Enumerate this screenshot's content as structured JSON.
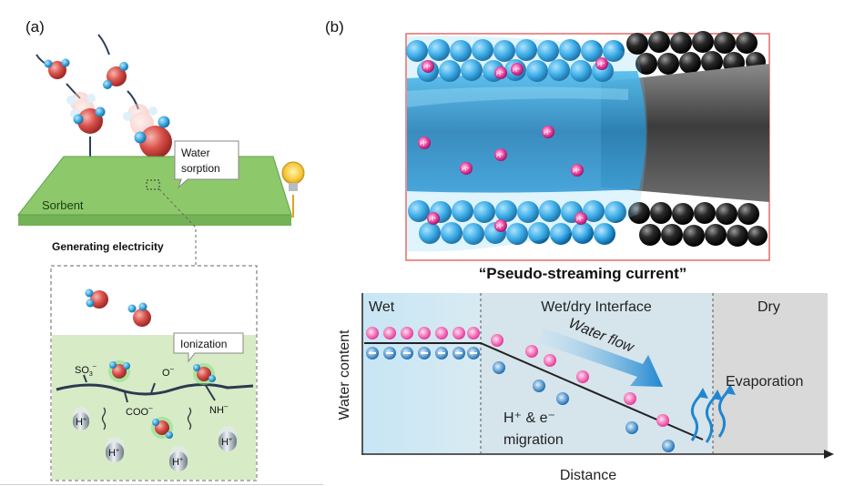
{
  "panel_a": {
    "label": "(a)",
    "callout_sorption": [
      "Water",
      "sorption"
    ],
    "sorbent_label": "Sorbent",
    "section_title": "Generating electricity",
    "callout_ionization": "Ionization",
    "chem": {
      "so3": "SO",
      "so3_sub": "3",
      "so3_sup": "–",
      "o_minus": "O",
      "o_sup": "–",
      "coo": "COO",
      "coo_sup": "–",
      "nh": "NH",
      "nh_sup": "–",
      "h_plus": "H",
      "h_sup": "+"
    }
  },
  "panel_b": {
    "label": "(b)",
    "caption": "“Pseudo-streaming current”",
    "ion_label": "H⁺",
    "region_wet": "Wet",
    "region_interface": "Wet/dry Interface",
    "region_dry": "Dry",
    "water_flow": "Water flow",
    "evaporation": "Evaporation",
    "migration": [
      "H⁺ & e⁻",
      "migration"
    ],
    "y_axis": "Water content",
    "x_axis": "Distance"
  },
  "colors": {
    "sorbent_green": "#8dc96b",
    "sorbent_edge": "#5e9e45",
    "water_blue": "#2fa9e6",
    "proton_pink": "#e8389a",
    "wet_region": "#cde9f6",
    "dry_region": "#d9d9d9",
    "arrow_blue": "#1f86d0"
  }
}
